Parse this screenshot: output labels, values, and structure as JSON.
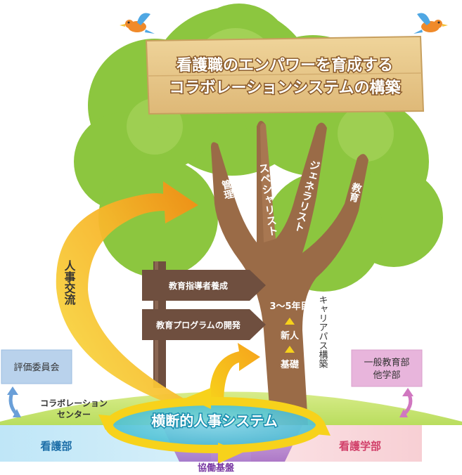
{
  "title": {
    "line1": "看護職のエンパワーを育成する",
    "line2": "コラボレーションシステムの構築"
  },
  "branches": {
    "management": "管理",
    "specialist": "スペシャリスト",
    "generalist": "ジェネラリスト",
    "education": "教育"
  },
  "signs": {
    "sign1": "教育指導者養成",
    "sign2": "教育プログラムの開発"
  },
  "trunk": {
    "years": "3～5年目",
    "newcomer": "新人",
    "foundation": "基礎"
  },
  "career_path": "キャリアパス構築",
  "personnel_exchange": "人事交流",
  "left_box": "評価委員会",
  "right_box": {
    "line1": "一般教育部",
    "line2": "他学部"
  },
  "collab_center": {
    "line1": "コラボレーション",
    "line2": "センター"
  },
  "cross_system": "横断的人事システム",
  "nursing_dept": "看護部",
  "nursing_faculty": "看護学部",
  "cooperation_base": "協働基盤",
  "colors": {
    "foliage": "#8cc63f",
    "foliage_light": "#b4da6a",
    "trunk": "#9a6b47",
    "sign_wood": "#6f4f3f",
    "arrow_yellow": "#f7d21b",
    "arrow_orange": "#f39a18",
    "nursing_blue": "#bfe3f5",
    "faculty_pink": "#f9d3d7",
    "base_purple": "#a774c6",
    "title_board": "#e9c98a"
  }
}
